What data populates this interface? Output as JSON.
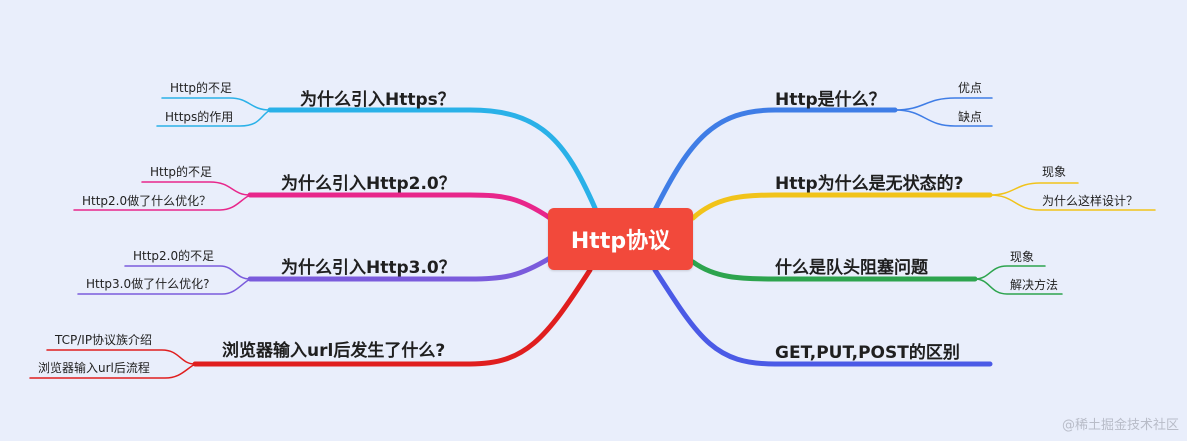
{
  "mindmap": {
    "center": "Http协议",
    "right": [
      {
        "title": "Http是什么？",
        "color": "#3f7de6",
        "children": [
          "优点",
          "缺点"
        ]
      },
      {
        "title": "Http为什么是无状态的?",
        "color": "#f1c31a",
        "children": [
          "现象",
          "为什么这样设计？"
        ]
      },
      {
        "title": "什么是队头阻塞问题",
        "color": "#2da44e",
        "children": [
          "现象",
          "解决方法"
        ]
      },
      {
        "title": "GET,PUT,POST的区别",
        "color": "#4b5ae6",
        "children": []
      }
    ],
    "left": [
      {
        "title": "为什么引入Https？",
        "color": "#2ab1e8",
        "children": [
          "Http的不足",
          "Https的作用"
        ]
      },
      {
        "title": "为什么引入Http2.0？",
        "color": "#e8268b",
        "children": [
          "Http的不足",
          "Http2.0做了什么优化？"
        ]
      },
      {
        "title": "为什么引入Http3.0？",
        "color": "#7a5bdc",
        "children": [
          "Http2.0的不足",
          "Http3.0做了什么优化?"
        ]
      },
      {
        "title": "浏览器输入url后发生了什么?",
        "color": "#e01e1e",
        "children": [
          "TCP/IP协议族介绍",
          "浏览器输入url后流程"
        ]
      }
    ]
  },
  "watermark": "@稀土掘金技术社区"
}
